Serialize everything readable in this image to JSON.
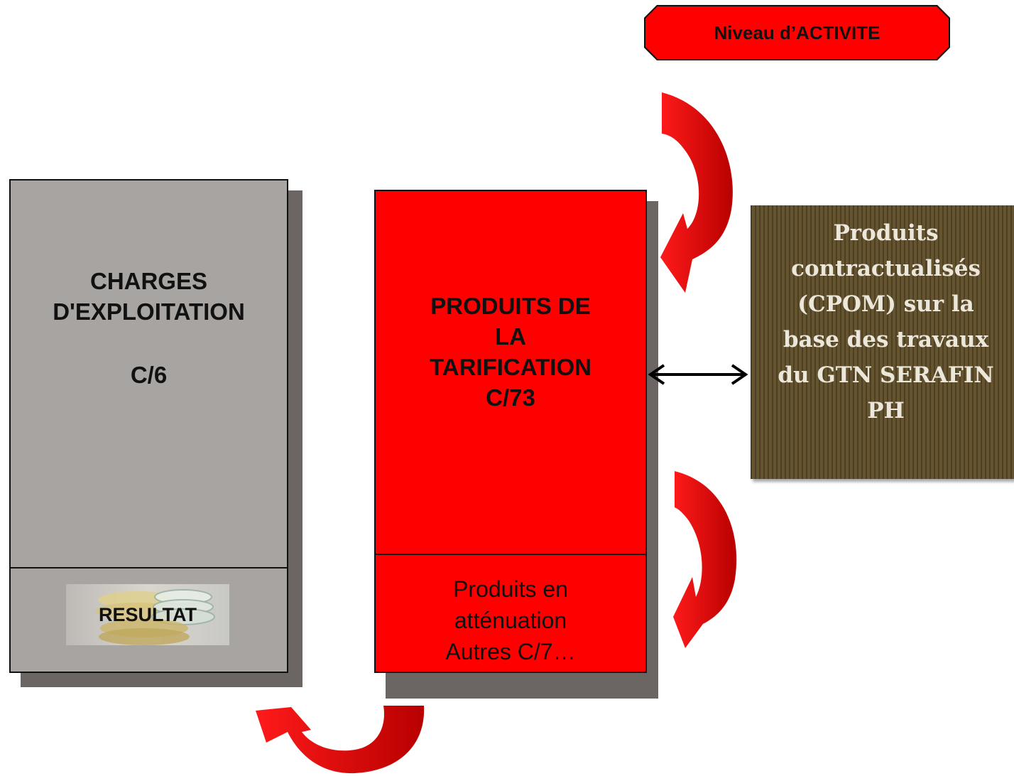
{
  "diagram": {
    "activity_badge": "Niveau d’ACTIVITE",
    "charges": {
      "title_line1": "CHARGES",
      "title_line2": "D'EXPLOITATION",
      "code": "C/6",
      "result_label": "RESULTAT"
    },
    "produits": {
      "title_lines": [
        "PRODUITS DE",
        "LA",
        "TARIFICATION",
        "C/73"
      ],
      "attenuation_lines": [
        "Produits en",
        "atténuation",
        "Autres C/7…"
      ]
    },
    "cpom": {
      "lines": [
        "Produits",
        "contractualisés",
        "(CPOM) sur la",
        "base des travaux",
        "du GTN SERAFIN",
        "PH"
      ]
    },
    "colors": {
      "red": "#ff0000",
      "dark_red": "#c00000",
      "gray": "#a8a4a2",
      "brown": "#5a4a2a"
    }
  }
}
